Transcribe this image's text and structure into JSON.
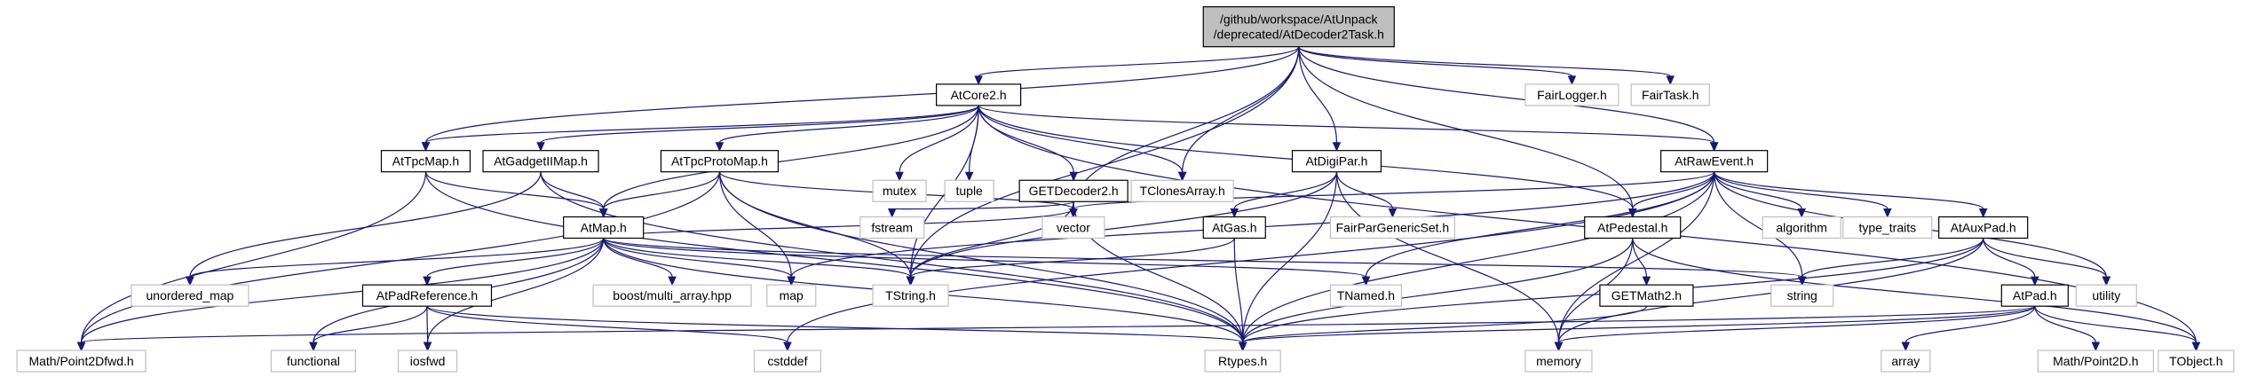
{
  "diagram": {
    "type": "include-dependency-graph",
    "root": "root",
    "nodes": [
      {
        "id": "root",
        "label": [
          "/github/workspace/AtUnpack",
          "/deprecated/AtDecoder2Task.h"
        ],
        "kind": "root"
      },
      {
        "id": "AtCore2",
        "label": [
          "AtCore2.h"
        ],
        "kind": "internal"
      },
      {
        "id": "FairLogger",
        "label": [
          "FairLogger.h"
        ],
        "kind": "external"
      },
      {
        "id": "FairTask",
        "label": [
          "FairTask.h"
        ],
        "kind": "external"
      },
      {
        "id": "AtTpcMap",
        "label": [
          "AtTpcMap.h"
        ],
        "kind": "internal"
      },
      {
        "id": "AtGadgetIIMap",
        "label": [
          "AtGadgetIIMap.h"
        ],
        "kind": "internal"
      },
      {
        "id": "AtTpcProtoMap",
        "label": [
          "AtTpcProtoMap.h"
        ],
        "kind": "internal"
      },
      {
        "id": "mutex",
        "label": [
          "mutex"
        ],
        "kind": "external"
      },
      {
        "id": "tuple",
        "label": [
          "tuple"
        ],
        "kind": "external"
      },
      {
        "id": "GETDecoder2",
        "label": [
          "GETDecoder2.h"
        ],
        "kind": "internal"
      },
      {
        "id": "TClonesArray",
        "label": [
          "TClonesArray.h"
        ],
        "kind": "external"
      },
      {
        "id": "AtDigiPar",
        "label": [
          "AtDigiPar.h"
        ],
        "kind": "internal"
      },
      {
        "id": "AtRawEvent",
        "label": [
          "AtRawEvent.h"
        ],
        "kind": "internal"
      },
      {
        "id": "AtMap",
        "label": [
          "AtMap.h"
        ],
        "kind": "internal"
      },
      {
        "id": "fstream",
        "label": [
          "fstream"
        ],
        "kind": "external"
      },
      {
        "id": "vector",
        "label": [
          "vector"
        ],
        "kind": "external"
      },
      {
        "id": "AtGas",
        "label": [
          "AtGas.h"
        ],
        "kind": "internal"
      },
      {
        "id": "FairParGenericSet",
        "label": [
          "FairParGenericSet.h"
        ],
        "kind": "external"
      },
      {
        "id": "AtPedestal",
        "label": [
          "AtPedestal.h"
        ],
        "kind": "internal"
      },
      {
        "id": "algorithm",
        "label": [
          "algorithm"
        ],
        "kind": "external"
      },
      {
        "id": "type_traits",
        "label": [
          "type_traits"
        ],
        "kind": "external"
      },
      {
        "id": "AtAuxPad",
        "label": [
          "AtAuxPad.h"
        ],
        "kind": "internal"
      },
      {
        "id": "unordered_map",
        "label": [
          "unordered_map"
        ],
        "kind": "external"
      },
      {
        "id": "boost_multi_array",
        "label": [
          "boost/multi_array.hpp"
        ],
        "kind": "external"
      },
      {
        "id": "map",
        "label": [
          "map"
        ],
        "kind": "external"
      },
      {
        "id": "TString",
        "label": [
          "TString.h"
        ],
        "kind": "external"
      },
      {
        "id": "TNamed",
        "label": [
          "TNamed.h"
        ],
        "kind": "external"
      },
      {
        "id": "GETMath2",
        "label": [
          "GETMath2.h"
        ],
        "kind": "internal"
      },
      {
        "id": "string",
        "label": [
          "string"
        ],
        "kind": "external"
      },
      {
        "id": "AtPad",
        "label": [
          "AtPad.h"
        ],
        "kind": "internal"
      },
      {
        "id": "utility",
        "label": [
          "utility"
        ],
        "kind": "external"
      },
      {
        "id": "AtPadReference",
        "label": [
          "AtPadReference.h"
        ],
        "kind": "internal"
      },
      {
        "id": "Math_Point2Dfwd",
        "label": [
          "Math/Point2Dfwd.h"
        ],
        "kind": "external"
      },
      {
        "id": "functional",
        "label": [
          "functional"
        ],
        "kind": "external"
      },
      {
        "id": "iosfwd",
        "label": [
          "iosfwd"
        ],
        "kind": "external"
      },
      {
        "id": "cstddef",
        "label": [
          "cstddef"
        ],
        "kind": "external"
      },
      {
        "id": "Rtypes",
        "label": [
          "Rtypes.h"
        ],
        "kind": "external"
      },
      {
        "id": "memory",
        "label": [
          "memory"
        ],
        "kind": "external"
      },
      {
        "id": "array",
        "label": [
          "array"
        ],
        "kind": "external"
      },
      {
        "id": "Math_Point2D",
        "label": [
          "Math/Point2D.h"
        ],
        "kind": "external"
      },
      {
        "id": "TObject",
        "label": [
          "TObject.h"
        ],
        "kind": "external"
      }
    ],
    "edges": [
      [
        "root",
        "AtCore2"
      ],
      [
        "root",
        "FairLogger"
      ],
      [
        "root",
        "FairTask"
      ],
      [
        "root",
        "AtTpcMap"
      ],
      [
        "root",
        "TClonesArray"
      ],
      [
        "root",
        "AtDigiPar"
      ],
      [
        "root",
        "AtRawEvent"
      ],
      [
        "root",
        "vector"
      ],
      [
        "root",
        "AtPedestal"
      ],
      [
        "root",
        "TString"
      ],
      [
        "AtCore2",
        "AtTpcMap"
      ],
      [
        "AtCore2",
        "AtGadgetIIMap"
      ],
      [
        "AtCore2",
        "AtTpcProtoMap"
      ],
      [
        "AtCore2",
        "mutex"
      ],
      [
        "AtCore2",
        "tuple"
      ],
      [
        "AtCore2",
        "GETDecoder2"
      ],
      [
        "AtCore2",
        "TClonesArray"
      ],
      [
        "AtCore2",
        "AtRawEvent"
      ],
      [
        "AtCore2",
        "AtMap"
      ],
      [
        "AtCore2",
        "TString"
      ],
      [
        "AtCore2",
        "TObject"
      ],
      [
        "AtCore2",
        "AtPedestal"
      ],
      [
        "AtTpcMap",
        "AtMap"
      ],
      [
        "AtTpcMap",
        "Math_Point2Dfwd"
      ],
      [
        "AtTpcMap",
        "Rtypes"
      ],
      [
        "AtGadgetIIMap",
        "AtMap"
      ],
      [
        "AtGadgetIIMap",
        "unordered_map"
      ],
      [
        "AtGadgetIIMap",
        "Rtypes"
      ],
      [
        "AtTpcProtoMap",
        "AtMap"
      ],
      [
        "AtTpcProtoMap",
        "vector"
      ],
      [
        "AtTpcProtoMap",
        "map"
      ],
      [
        "AtTpcProtoMap",
        "TString"
      ],
      [
        "AtTpcProtoMap",
        "Math_Point2Dfwd"
      ],
      [
        "AtTpcProtoMap",
        "Rtypes"
      ],
      [
        "GETDecoder2",
        "fstream"
      ],
      [
        "GETDecoder2",
        "vector"
      ],
      [
        "GETDecoder2",
        "TString"
      ],
      [
        "GETDecoder2",
        "Rtypes"
      ],
      [
        "AtDigiPar",
        "AtGas"
      ],
      [
        "AtDigiPar",
        "FairParGenericSet"
      ],
      [
        "AtDigiPar",
        "Rtypes"
      ],
      [
        "AtDigiPar",
        "TString"
      ],
      [
        "AtDigiPar",
        "memory"
      ],
      [
        "AtGas",
        "TString"
      ],
      [
        "AtGas",
        "Rtypes"
      ],
      [
        "AtRawEvent",
        "vector"
      ],
      [
        "AtRawEvent",
        "algorithm"
      ],
      [
        "AtRawEvent",
        "type_traits"
      ],
      [
        "AtRawEvent",
        "AtAuxPad"
      ],
      [
        "AtRawEvent",
        "string"
      ],
      [
        "AtRawEvent",
        "utility"
      ],
      [
        "AtRawEvent",
        "memory"
      ],
      [
        "AtRawEvent",
        "TNamed"
      ],
      [
        "AtRawEvent",
        "map"
      ],
      [
        "AtRawEvent",
        "Rtypes"
      ],
      [
        "AtRawEvent",
        "cstddef"
      ],
      [
        "AtRawEvent",
        "AtPedestal"
      ],
      [
        "AtMap",
        "unordered_map"
      ],
      [
        "AtMap",
        "boost_multi_array"
      ],
      [
        "AtMap",
        "map"
      ],
      [
        "AtMap",
        "TString"
      ],
      [
        "AtMap",
        "TNamed"
      ],
      [
        "AtMap",
        "string"
      ],
      [
        "AtMap",
        "AtPadReference"
      ],
      [
        "AtMap",
        "Math_Point2Dfwd"
      ],
      [
        "AtMap",
        "functional"
      ],
      [
        "AtMap",
        "iosfwd"
      ],
      [
        "AtMap",
        "Rtypes"
      ],
      [
        "AtMap",
        "vector"
      ],
      [
        "AtPadReference",
        "functional"
      ],
      [
        "AtPadReference",
        "iosfwd"
      ],
      [
        "AtPadReference",
        "cstddef"
      ],
      [
        "AtPadReference",
        "Rtypes"
      ],
      [
        "AtPedestal",
        "GETMath2"
      ],
      [
        "AtPedestal",
        "Rtypes"
      ],
      [
        "AtPedestal",
        "TObject"
      ],
      [
        "AtPedestal",
        "memory"
      ],
      [
        "GETMath2",
        "Rtypes"
      ],
      [
        "AtAuxPad",
        "AtPad"
      ],
      [
        "AtAuxPad",
        "string"
      ],
      [
        "AtAuxPad",
        "utility"
      ],
      [
        "AtAuxPad",
        "memory"
      ],
      [
        "AtAuxPad",
        "Rtypes"
      ],
      [
        "AtPad",
        "Math_Point2D"
      ],
      [
        "AtPad",
        "memory"
      ],
      [
        "AtPad",
        "array"
      ],
      [
        "AtPad",
        "TObject"
      ],
      [
        "AtPad",
        "Rtypes"
      ],
      [
        "AtPad",
        "Math_Point2Dfwd"
      ]
    ]
  }
}
